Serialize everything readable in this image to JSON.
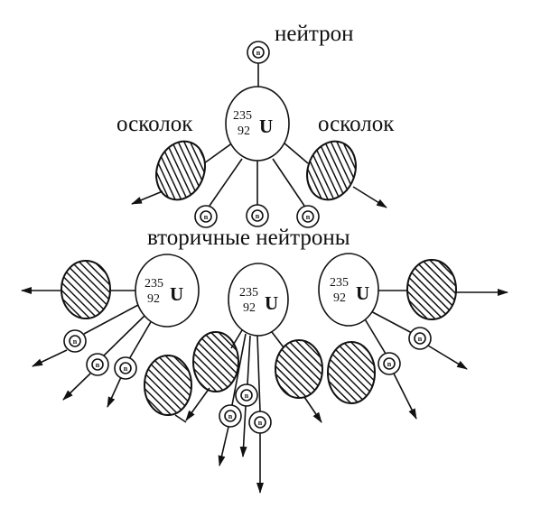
{
  "labels": {
    "neutron": "нейтрон",
    "fragment_left": "осколок",
    "fragment_right": "осколок",
    "secondary_neutrons": "вторичные нейтроны"
  },
  "nucleus": {
    "mass_number": "235",
    "atomic_number": "92",
    "symbol": "U"
  },
  "neutron_symbol": "n",
  "colors": {
    "ink": "#111111",
    "background": "#ffffff"
  }
}
